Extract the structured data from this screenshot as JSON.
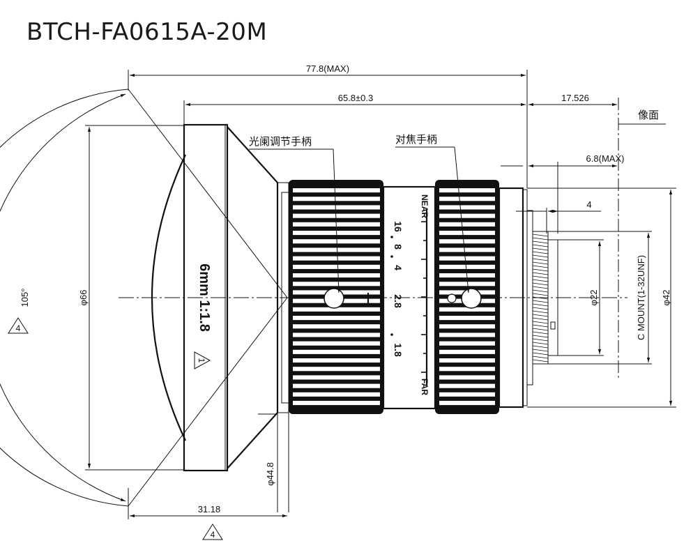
{
  "title": "BTCH-FA0615A-20M",
  "dimensions": {
    "overall_length": "77.8(MAX)",
    "body_length": "65.8±0.3",
    "flange_back": "17.526",
    "back_protrusion": "6.8(MAX)",
    "thread_length": "4",
    "front_diameter": "φ66",
    "field_angle": "105°",
    "rear_diameter": "φ42",
    "inner_diameter": "φ22",
    "mount": "C MOUNT(1-32UNF)",
    "flange_diameter": "φ44.8",
    "front_offset": "31.18"
  },
  "labels": {
    "aperture_handle": "光阑调节手柄",
    "focus_handle": "对焦手柄",
    "image_plane": "像面"
  },
  "lens_markings": {
    "focal": "6mm 1:1.8",
    "near": "NEAR",
    "far": "FAR",
    "f_stops": [
      "16",
      "8",
      "4",
      "2.8",
      "1.8"
    ]
  },
  "notes": {
    "mark_1": "1",
    "mark_4": "4"
  }
}
